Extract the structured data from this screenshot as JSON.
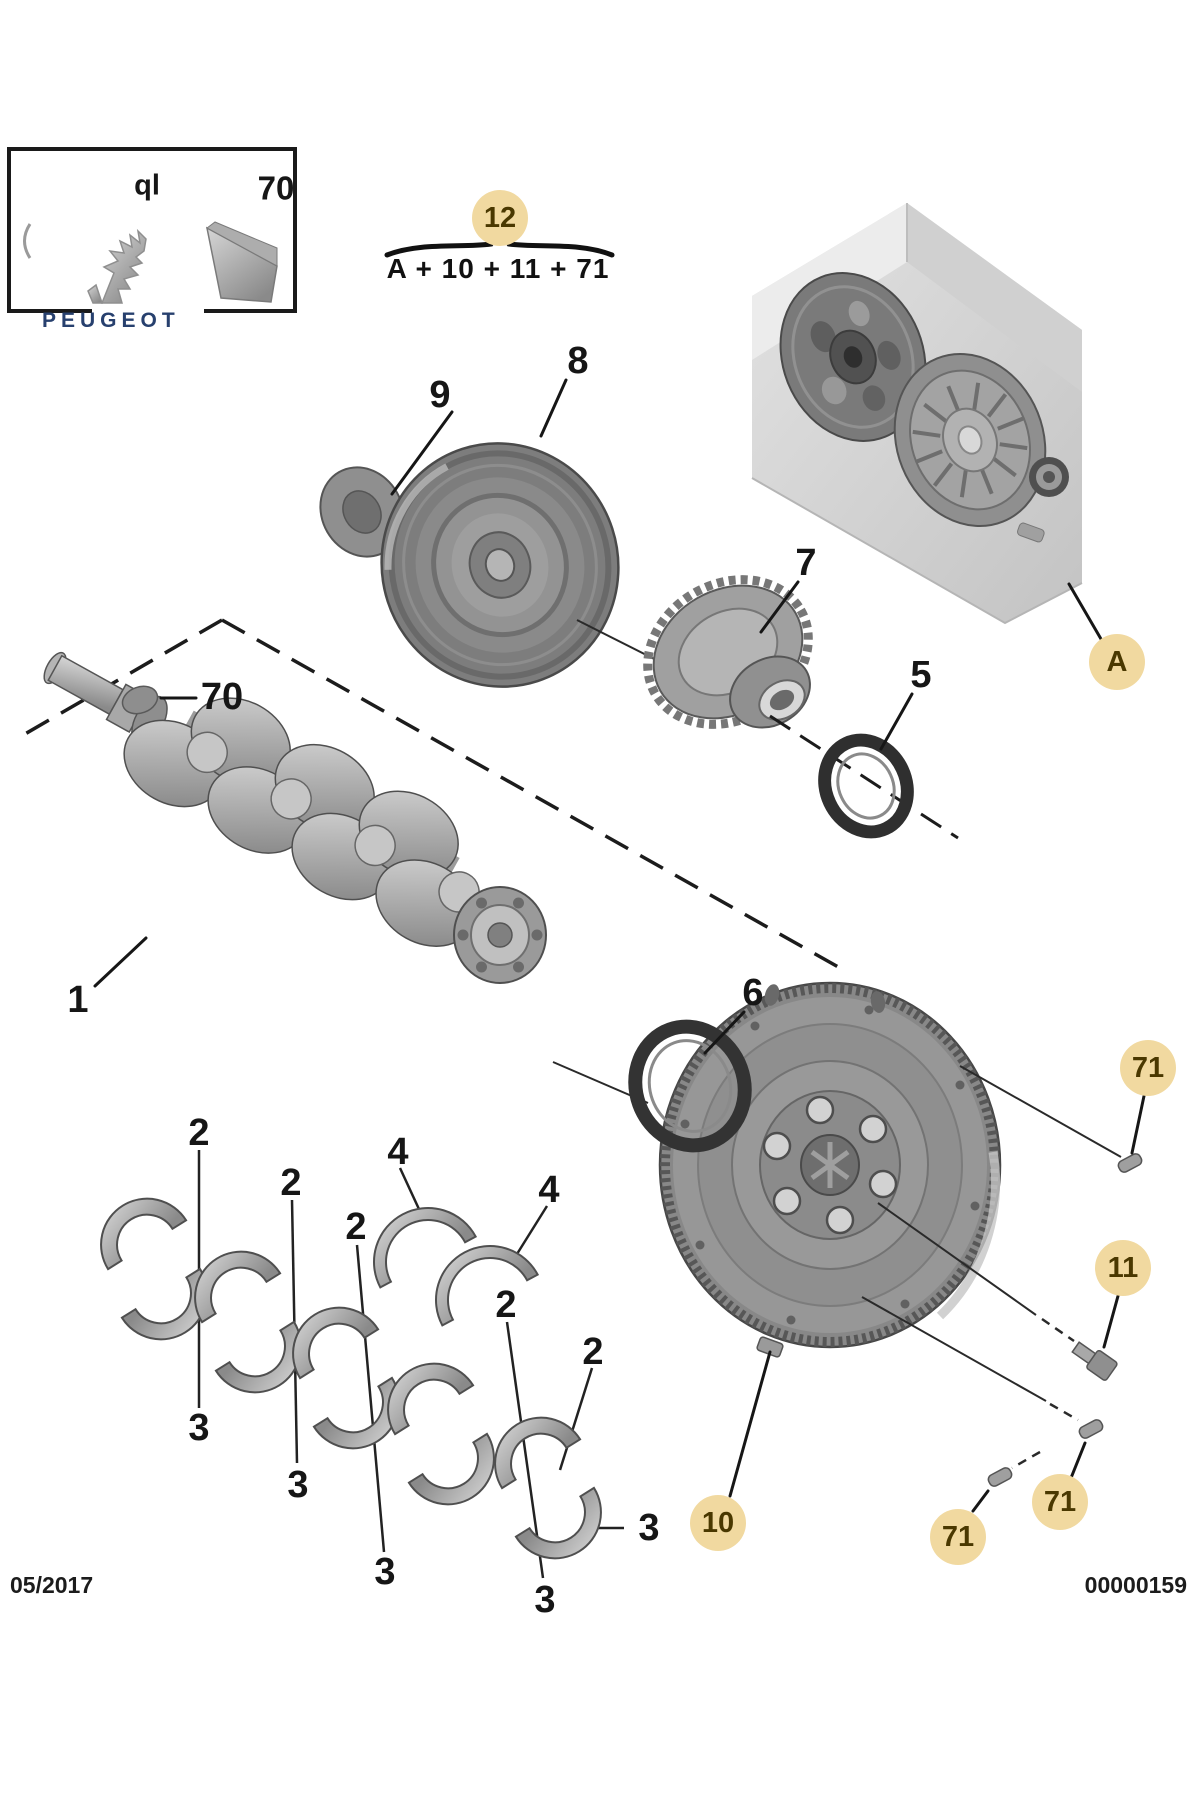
{
  "logo_box": {
    "brand": "PEUGEOT",
    "part_number": "70",
    "corner_mark": "ql"
  },
  "kit": {
    "callout": "12",
    "formula": "A + 10 + 11 + 71"
  },
  "footer": {
    "date": "05/2017",
    "document_number": "00000159"
  },
  "colors": {
    "callout_bg": "#f1d9a0",
    "callout_text": "#4a3800",
    "label_text": "#161616",
    "brand_text": "#27406e",
    "metal_light": "#d6d6d6",
    "metal_dark": "#8a8a8a",
    "seal_dark": "#333333"
  },
  "callouts": {
    "circles": [
      {
        "label": "12"
      },
      {
        "label": "A"
      },
      {
        "label": "71"
      },
      {
        "label": "11"
      },
      {
        "label": "71"
      },
      {
        "label": "71"
      },
      {
        "label": "10"
      }
    ],
    "plain": [
      {
        "label": "9"
      },
      {
        "label": "8"
      },
      {
        "label": "7"
      },
      {
        "label": "5"
      },
      {
        "label": "70"
      },
      {
        "label": "1"
      },
      {
        "label": "6"
      },
      {
        "label": "2"
      },
      {
        "label": "2"
      },
      {
        "label": "2"
      },
      {
        "label": "2"
      },
      {
        "label": "2"
      },
      {
        "label": "4"
      },
      {
        "label": "4"
      },
      {
        "label": "3"
      },
      {
        "label": "3"
      },
      {
        "label": "3"
      },
      {
        "label": "3"
      },
      {
        "label": "3"
      }
    ]
  }
}
